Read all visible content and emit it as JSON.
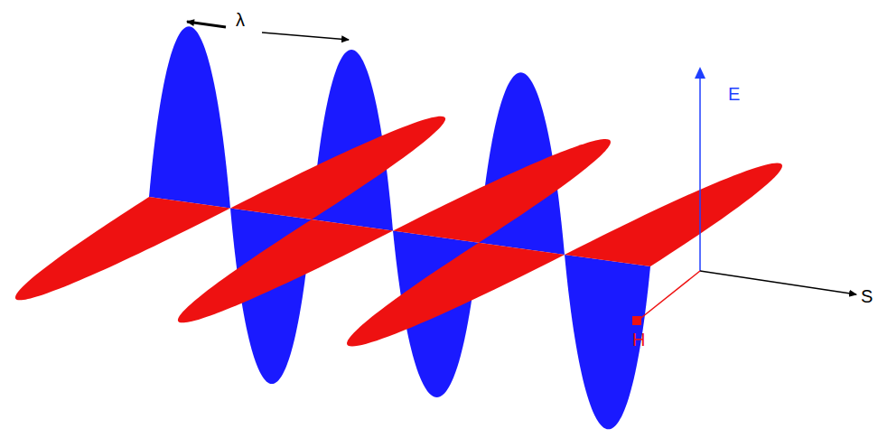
{
  "diagram": {
    "labels": [
      "λ",
      "E",
      "H",
      "S"
    ]
  }
}
